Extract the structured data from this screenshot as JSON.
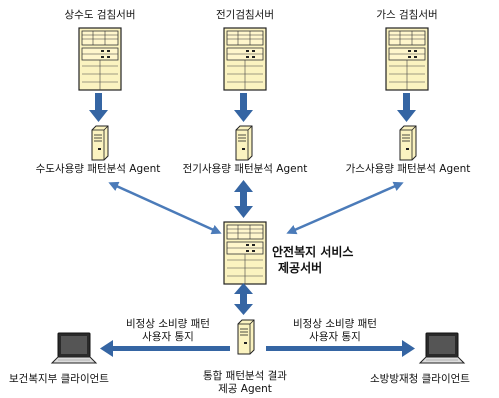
{
  "servers": {
    "water": "상수도 검침서버",
    "electric": "전기검침서버",
    "gas": "가스 검침서버"
  },
  "agents": {
    "water": "수도사용량 패턴분석 Agent",
    "electric": "전기사용량 패턴분석 Agent",
    "gas": "가스사용량 패턴분석 Agent",
    "integrated": [
      "통합 패턴분석 결과",
      "제공 Agent"
    ]
  },
  "center_server": [
    "안전복지 서비스",
    "제공서버"
  ],
  "notifications": {
    "left": [
      "비정상 소비량 패턴",
      "사용자 통지"
    ],
    "right": [
      "비정상 소비량 패턴",
      "사용자 통지"
    ]
  },
  "clients": {
    "left": "보건복지부 클라이언트",
    "right": "소방방재청 클라이언트"
  },
  "colors": {
    "arrow": "#4b7bb9",
    "arrow_dark": "#3565a3",
    "server_body": "#fbf3c0",
    "server_outline": "#222222"
  }
}
